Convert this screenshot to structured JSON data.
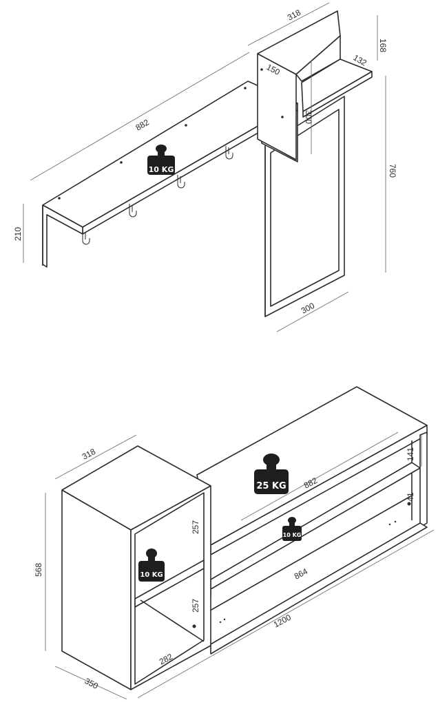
{
  "hall_stand": {
    "dimensions": {
      "depth_top": "318",
      "height_side": "168",
      "hook_shelf_depth": "132",
      "side_panel_width": "150",
      "long_shelf_width": "882",
      "mirror_panel_depth": "300",
      "total_height": "760",
      "shelf_end_height": "210",
      "mirror_width": "300"
    },
    "load_label": "10 KG"
  },
  "shoe_cabinet": {
    "dimensions": {
      "left_depth": "318",
      "left_height": "568",
      "top_shelf_width": "882",
      "upper_gap": "141",
      "small_gap": "41",
      "upper_compartment": "257",
      "lower_compartment": "257",
      "middle_shelf_width": "864",
      "total_width": "1200",
      "inner_depth": "282",
      "base_depth": "350"
    },
    "top_load_label": "25 KG",
    "shelf_load_label": "10 KG",
    "compartment_load_label": "10 KG"
  }
}
